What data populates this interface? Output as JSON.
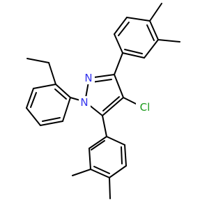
{
  "colors": {
    "background": "#ffffff",
    "bond": "#000000",
    "nitrogen": "#3333ee",
    "chlorine": "#1a9a1a"
  },
  "atoms": {
    "n1": {
      "element": "N",
      "label": "N"
    },
    "n2": {
      "element": "N",
      "label": "N"
    },
    "cl": {
      "element": "Cl",
      "label": "Cl"
    }
  }
}
